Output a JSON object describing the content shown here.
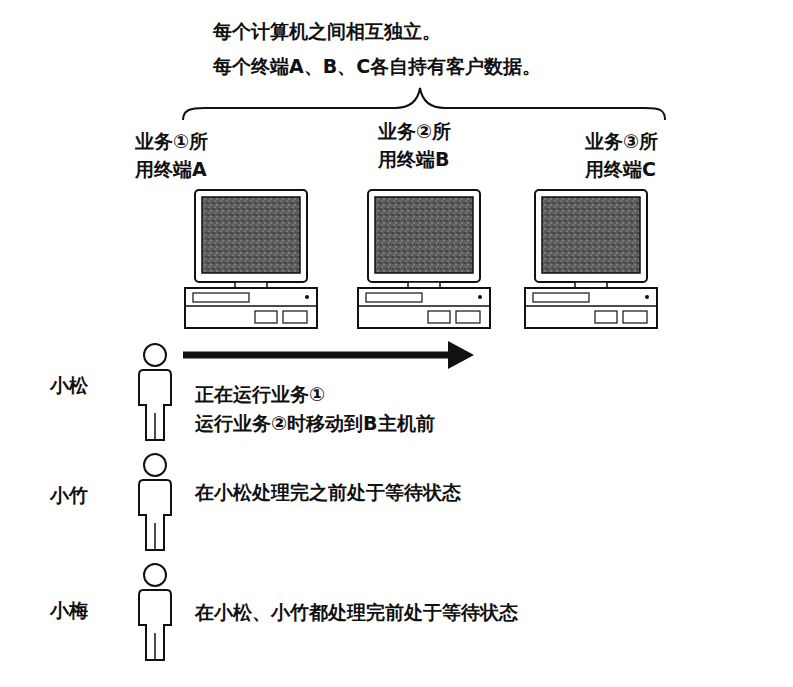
{
  "diagram": {
    "nodes": [
      {
        "text": [
          "业务①所 用终端A"
        ]
      },
      {
        "text": [
          "业务②所 用终端B"
        ]
      },
      {
        "text": [
          "业务③所 用终端C"
        ]
      }
    ],
    "labels": [
      "每个计算机之间相互独立。 每个终端A、B、C各自持有客户数据。",
      "小松",
      "正在运行业务① 运行业务②时移动到B主机前",
      "小竹",
      "在小松处理完之前处于等待状态",
      "小梅",
      "在小松、小竹都处理完前处于等待状态"
    ]
  }
}
